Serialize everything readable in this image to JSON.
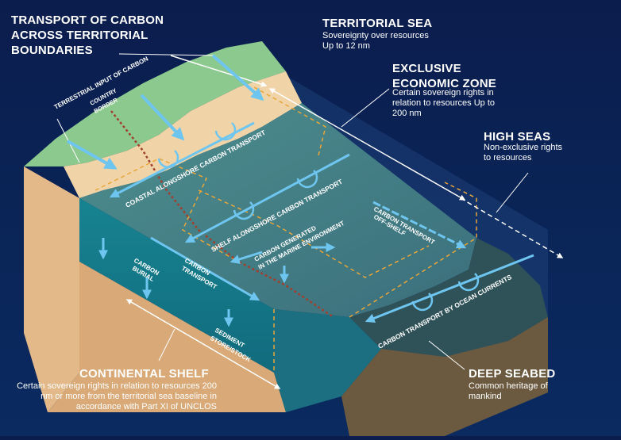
{
  "title": "TRANSPORT OF CARBON ACROSS TERRITORIAL BOUNDARIES",
  "zones": {
    "territorial_sea": {
      "heading": "TERRITORIAL SEA",
      "description": "Sovereignty over resources Up to 12 nm"
    },
    "eez": {
      "heading": "EXCLUSIVE ECONOMIC ZONE",
      "description": "Certain sovereign rights in relation to resources Up to 200 nm"
    },
    "high_seas": {
      "heading": "HIGH SEAS",
      "description": "Non-exclusive rights to resources"
    },
    "continental_shelf": {
      "heading": "CONTINENTAL SHELF",
      "description": "Certain sovereign rights in relation to resources 200 nm or more from the territorial sea baseline in accordance with Part XI of UNCLOS"
    },
    "deep_seabed": {
      "heading": "DEEP SEABED",
      "description": "Common heritage of mankind"
    }
  },
  "diagram_labels": {
    "terrestrial_input": "TERRESTRIAL INPUT OF CARBON",
    "country_border_1": "COUNTRY",
    "country_border_2": "BORDER",
    "coastal_transport": "COASTAL ALONGSHORE CARBON TRANSPORT",
    "shelf_transport": "SHELF ALONGSHORE CARBON TRANSPORT",
    "marine_generated_1": "CARBON GENERATED",
    "marine_generated_2": "IN THE MARINE ENVIRONMENT",
    "offshelf_1": "CARBON TRANSPORT",
    "offshelf_2": "OFF-SHELF",
    "burial_1": "CARBON",
    "burial_2": "BURIAL",
    "transport_1": "CARBON",
    "transport_2": "TRANSPORT",
    "sediment_1": "SEDIMENT",
    "sediment_2": "STORE/STOCK",
    "ocean_currents": "CARBON TRANSPORT BY OCEAN CURRENTS"
  },
  "colors": {
    "background": "#0b1d4d",
    "land_green": "#8cc98f",
    "beach": "#f0d4a8",
    "sediment": "#d9a977",
    "water_side": "#1a7f8e",
    "arrow": "#6ec6f0",
    "dashed_zone": "#e8a63a",
    "border_dots": "#a0402e"
  }
}
